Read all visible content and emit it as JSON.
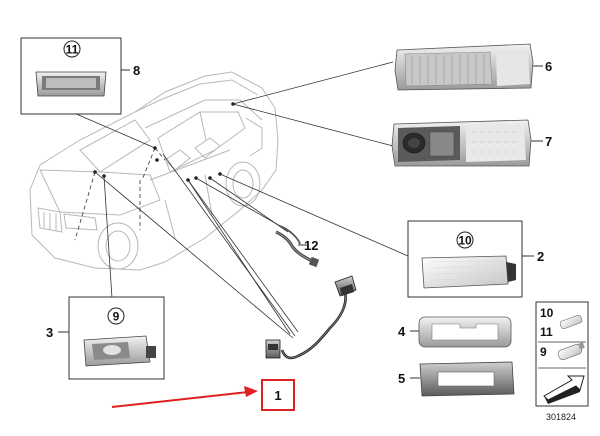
{
  "callouts": {
    "c1": "1",
    "c2": "2",
    "c3": "3",
    "c4": "4",
    "c5": "5",
    "c6": "6",
    "c7": "7",
    "c8": "8",
    "c9": "9",
    "c10": "10",
    "c11": "11",
    "c12": "12"
  },
  "legend": {
    "a": "10",
    "b": "11",
    "c": "9"
  },
  "reference_code": "301824",
  "colors": {
    "highlight": "#e02020",
    "line": "#333333",
    "part_fill": "#d9d9d9"
  }
}
